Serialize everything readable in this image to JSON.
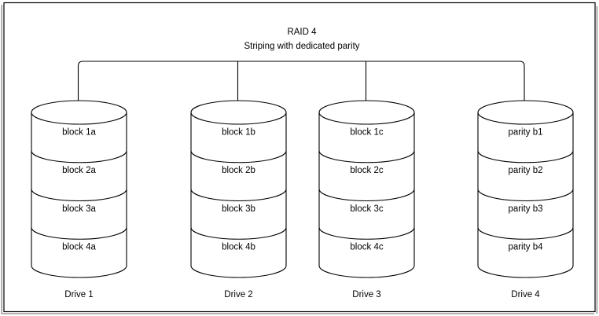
{
  "diagram": {
    "title_line1": "RAID 4",
    "title_line2": "Striping with dedicated parity",
    "colors": {
      "stroke": "#000000",
      "fill": "#ffffff",
      "frame_shadow": "#9a9a9a",
      "background": "#ffffff"
    },
    "drives": [
      {
        "label": "Drive 1",
        "blocks": [
          "block 1a",
          "block 2a",
          "block 3a",
          "block 4a"
        ]
      },
      {
        "label": "Drive 2",
        "blocks": [
          "block 1b",
          "block 2b",
          "block 3b",
          "block 4b"
        ]
      },
      {
        "label": "Drive 3",
        "blocks": [
          "block 1c",
          "block 2c",
          "block 3c",
          "block 4c"
        ]
      },
      {
        "label": "Drive 4",
        "blocks": [
          "parity b1",
          "parity b2",
          "parity b3",
          "parity b4"
        ]
      }
    ]
  }
}
